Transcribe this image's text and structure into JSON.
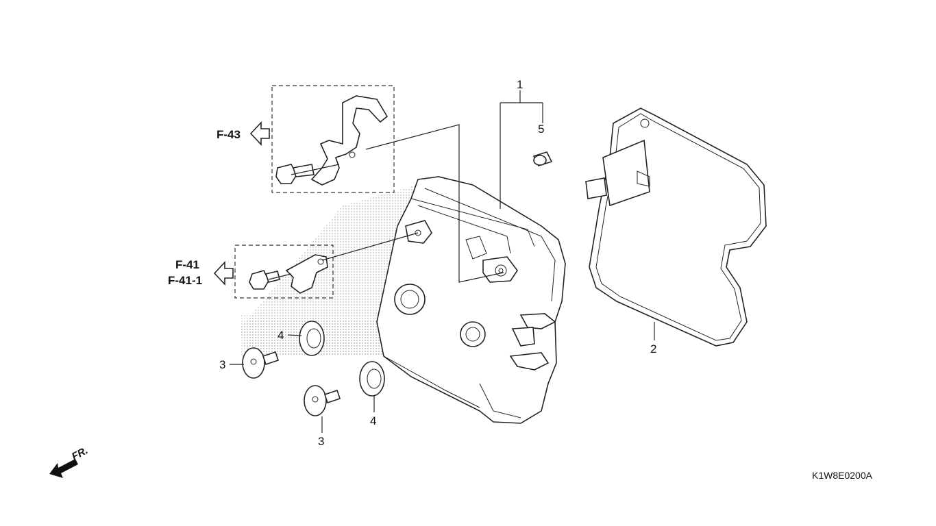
{
  "callouts": {
    "c1": "1",
    "c2": "2",
    "c3a": "3",
    "c3b": "3",
    "c4a": "4",
    "c4b": "4",
    "c5": "5"
  },
  "references": {
    "f43": "F-43",
    "f41": "F-41",
    "f41_1": "F-41-1"
  },
  "direction": "FR.",
  "diagram_code": "K1W8E0200A"
}
